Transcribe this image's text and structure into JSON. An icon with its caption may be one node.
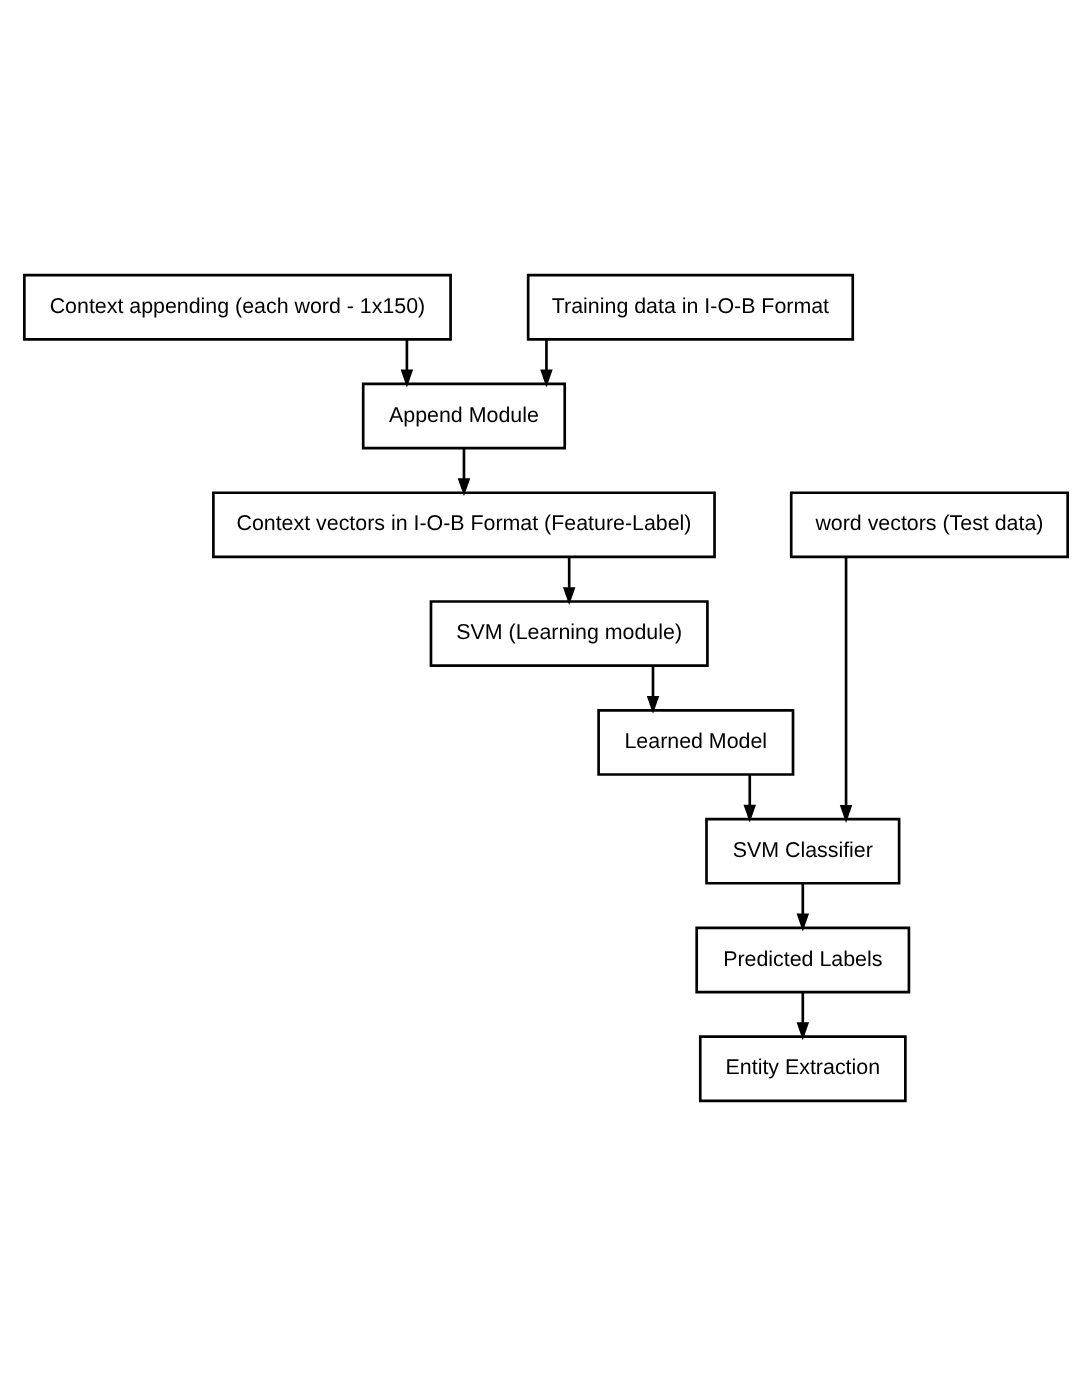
{
  "diagram": {
    "nodes": [
      {
        "text": [
          "Context appending (each word - 1x150)"
        ]
      },
      {
        "text": [
          "Training data in I-O-B Format"
        ]
      },
      {
        "text": [
          "Append Module"
        ]
      },
      {
        "text": [
          "Context vectors in I-O-B Format (Feature-Label)"
        ]
      },
      {
        "text": [
          "word vectors (Test data)"
        ]
      },
      {
        "text": [
          "SVM (Learning module)"
        ]
      },
      {
        "text": [
          "Learned Model"
        ]
      },
      {
        "text": [
          "SVM Classifier"
        ]
      },
      {
        "text": [
          "Predicted Labels"
        ]
      },
      {
        "text": [
          "Entity Extraction"
        ]
      }
    ],
    "edges": [
      {
        "from": 0,
        "to": 2,
        "arrow": "to"
      },
      {
        "from": 1,
        "to": 2,
        "arrow": "to"
      },
      {
        "from": 2,
        "to": 3,
        "arrow": "to"
      },
      {
        "from": 3,
        "to": 5,
        "arrow": "to"
      },
      {
        "from": 5,
        "to": 6,
        "arrow": "to"
      },
      {
        "from": 6,
        "to": 7,
        "arrow": "to"
      },
      {
        "from": 4,
        "to": 7,
        "arrow": "to"
      },
      {
        "from": 7,
        "to": 8,
        "arrow": "to"
      },
      {
        "from": 8,
        "to": 9,
        "arrow": "to"
      }
    ]
  }
}
